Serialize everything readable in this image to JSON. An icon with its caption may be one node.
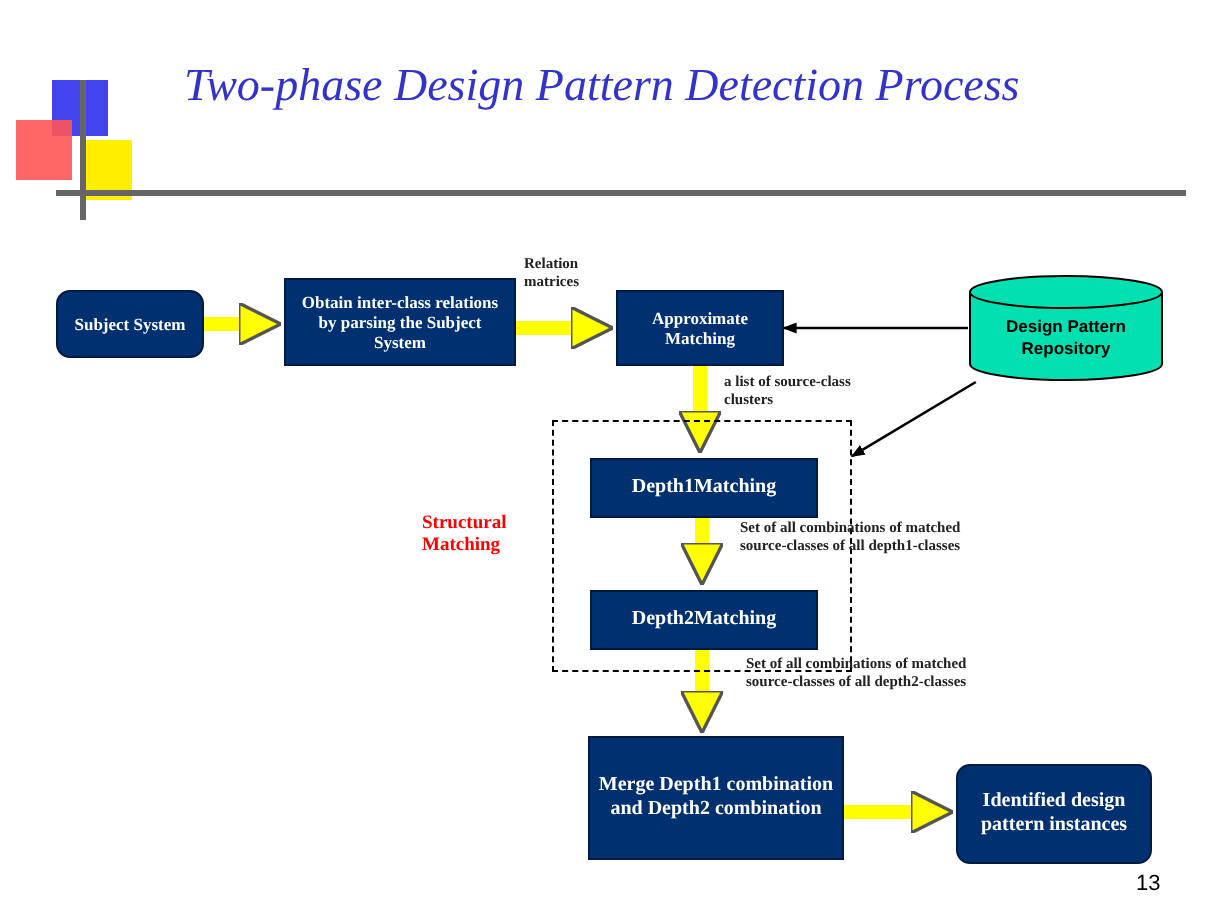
{
  "diagram": {
    "title": "Two-phase Design Pattern Detection Process",
    "nodes": [
      {
        "text": [
          "Subject System"
        ]
      },
      {
        "text": [
          "Obtain inter-class relations by parsing the Subject System"
        ]
      },
      {
        "text": [
          "Approximate Matching"
        ]
      },
      {
        "text": [
          "Design Pattern Repository"
        ]
      },
      {
        "text": [
          "Structural Matching"
        ]
      },
      {
        "text": [
          "Depth1Matching"
        ],
        "in": 4
      },
      {
        "text": [
          "Depth2Matching"
        ],
        "in": 4
      },
      {
        "text": [
          "Merge Depth1 combination and Depth2 combination"
        ]
      },
      {
        "text": [
          "Identified design pattern instances"
        ]
      }
    ],
    "edges": [
      {
        "from": 0,
        "to": 1,
        "arrow": "to"
      },
      {
        "from": 1,
        "to": 2,
        "arrow": "to",
        "label": "Relation matrices"
      },
      {
        "from": 3,
        "to": 2,
        "arrow": "to",
        "color": "#000000"
      },
      {
        "from": 3,
        "to": 4,
        "arrow": "to",
        "color": "#000000"
      },
      {
        "from": 2,
        "to": 5,
        "arrow": "to",
        "label": "a list of source-class clusters"
      },
      {
        "from": 5,
        "to": 6,
        "arrow": "to",
        "label": "Set of all combinations of matched source-classes of all depth1-classes"
      },
      {
        "from": 6,
        "to": 7,
        "arrow": "to",
        "label": "Set of all combinations of matched source-classes of all depth2-classes"
      },
      {
        "from": 7,
        "to": 8,
        "arrow": "to"
      }
    ],
    "labels": [
      "13"
    ]
  }
}
